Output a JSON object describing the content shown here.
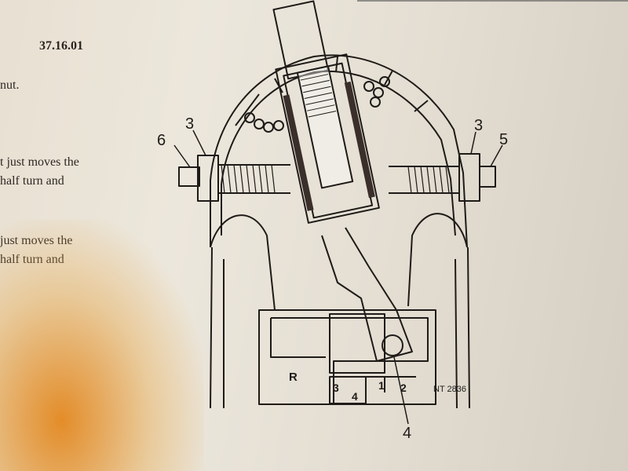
{
  "header": {
    "reference": "37.16.01"
  },
  "text_lines": [
    "nut.",
    "t just moves the",
    "half turn  and",
    "just moves the",
    "half turn  and"
  ],
  "diagram": {
    "callouts": {
      "c6": "6",
      "c3_left": "3",
      "c3_right": "3",
      "c5": "5",
      "c4": "4"
    },
    "gate_labels": {
      "R": "R",
      "g1": "1",
      "g2": "2",
      "g3": "3",
      "g4": "4"
    },
    "code": "NT 2836"
  },
  "colors": {
    "ink": "#1e1b18",
    "paper": "#ece7dc",
    "glow": "#e27d0a"
  }
}
